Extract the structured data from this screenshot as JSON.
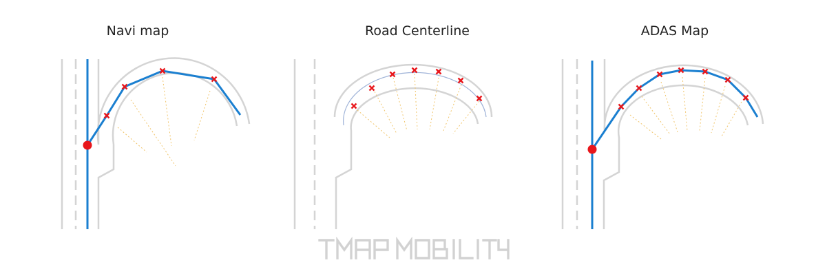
{
  "colors": {
    "road_edge": "#d4d4d4",
    "route": "#1a7fd0",
    "centerline": "#9fb3d8",
    "vertex": "#e8161b",
    "start_point": "#e8161b",
    "projection": "#f1c56b",
    "watermark": "#d2d2d2"
  },
  "panels": [
    {
      "id": "navi",
      "title": "Navi map"
    },
    {
      "id": "centerline",
      "title": "Road Centerline"
    },
    {
      "id": "adas",
      "title": "ADAS Map"
    }
  ],
  "watermark": {
    "text": "TMAP MOBILITY",
    "icon": "tmap-mobility-logo"
  }
}
